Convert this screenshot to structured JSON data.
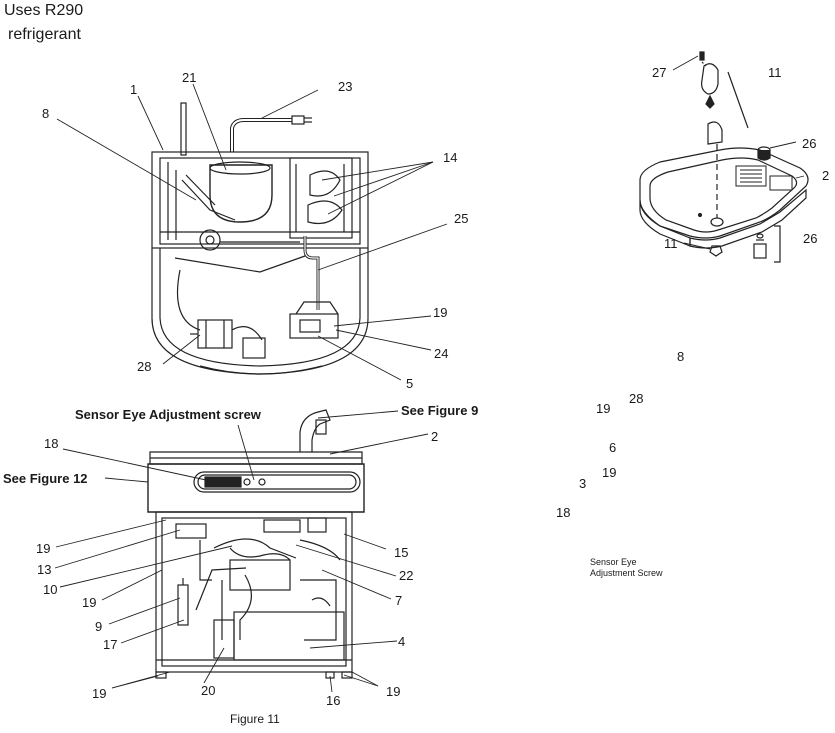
{
  "heading": {
    "line1": "Uses R290",
    "line2": "refrigerant"
  },
  "top_view_callouts": {
    "c1": "1",
    "c21": "21",
    "c23": "23",
    "c8": "8",
    "c14": "14",
    "c25": "25",
    "c19": "19",
    "c24": "24",
    "c28": "28",
    "c5": "5"
  },
  "front_view": {
    "sensor_label": "Sensor Eye Adjustment screw",
    "see_fig9": "See Figure 9",
    "see_fig12": "See Figure 12",
    "c18": "18",
    "c2": "2",
    "c19a": "19",
    "c13": "13",
    "c15": "15",
    "c10": "10",
    "c22": "22",
    "c19b": "19",
    "c7": "7",
    "c9": "9",
    "c4": "4",
    "c17": "17",
    "c19c": "19",
    "c20": "20",
    "c16": "16",
    "c19d": "19",
    "caption": "Figure 11"
  },
  "bowl_view_callouts": {
    "c27": "27",
    "c11a": "11",
    "c26a": "26",
    "c2": "2",
    "c11b": "11",
    "c26b": "26"
  },
  "loose_labels": {
    "l8": "8",
    "l19a": "19",
    "l28": "28",
    "l6": "6",
    "l3": "3",
    "l19b": "19",
    "l18": "18",
    "sensor_line1": "Sensor Eye",
    "sensor_line2": "Adjustment Screw"
  }
}
